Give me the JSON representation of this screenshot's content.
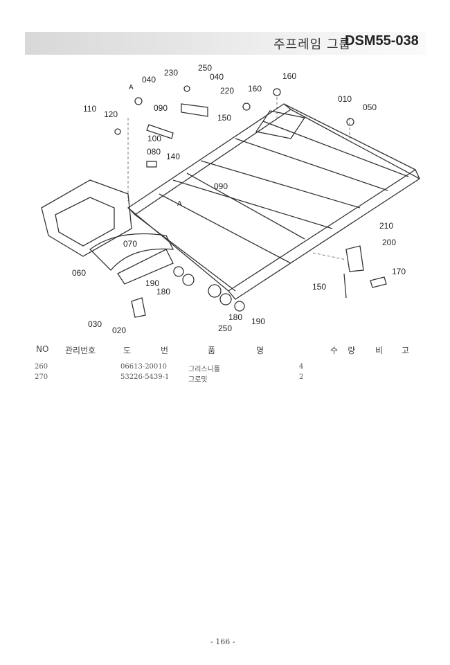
{
  "header": {
    "group_title": "주프레임 그룹",
    "code": "DSM55-038"
  },
  "diagram": {
    "callouts": [
      "040",
      "230",
      "250",
      "040",
      "160",
      "220",
      "160",
      "010",
      "050",
      "110",
      "120",
      "090",
      "150",
      "100",
      "080",
      "140",
      "090",
      "A",
      "A",
      "210",
      "200",
      "170",
      "150",
      "070",
      "060",
      "190",
      "180",
      "030",
      "020",
      "250",
      "180",
      "190"
    ]
  },
  "table": {
    "headers": {
      "no": "NO",
      "mgmt": "관리번호",
      "part_no_1": "도",
      "part_no_2": "번",
      "name_1": "품",
      "name_2": "명",
      "qty_1": "수",
      "qty_2": "량",
      "remark_1": "비",
      "remark_2": "고"
    },
    "rows": [
      {
        "no": "260",
        "part_no": "06613-20010",
        "name": "그리스니플",
        "qty": "4"
      },
      {
        "no": "270",
        "part_no": "53226-5439-1",
        "name": "그로밋",
        "qty": "2"
      }
    ]
  },
  "footer": {
    "page": "- 166 -"
  }
}
